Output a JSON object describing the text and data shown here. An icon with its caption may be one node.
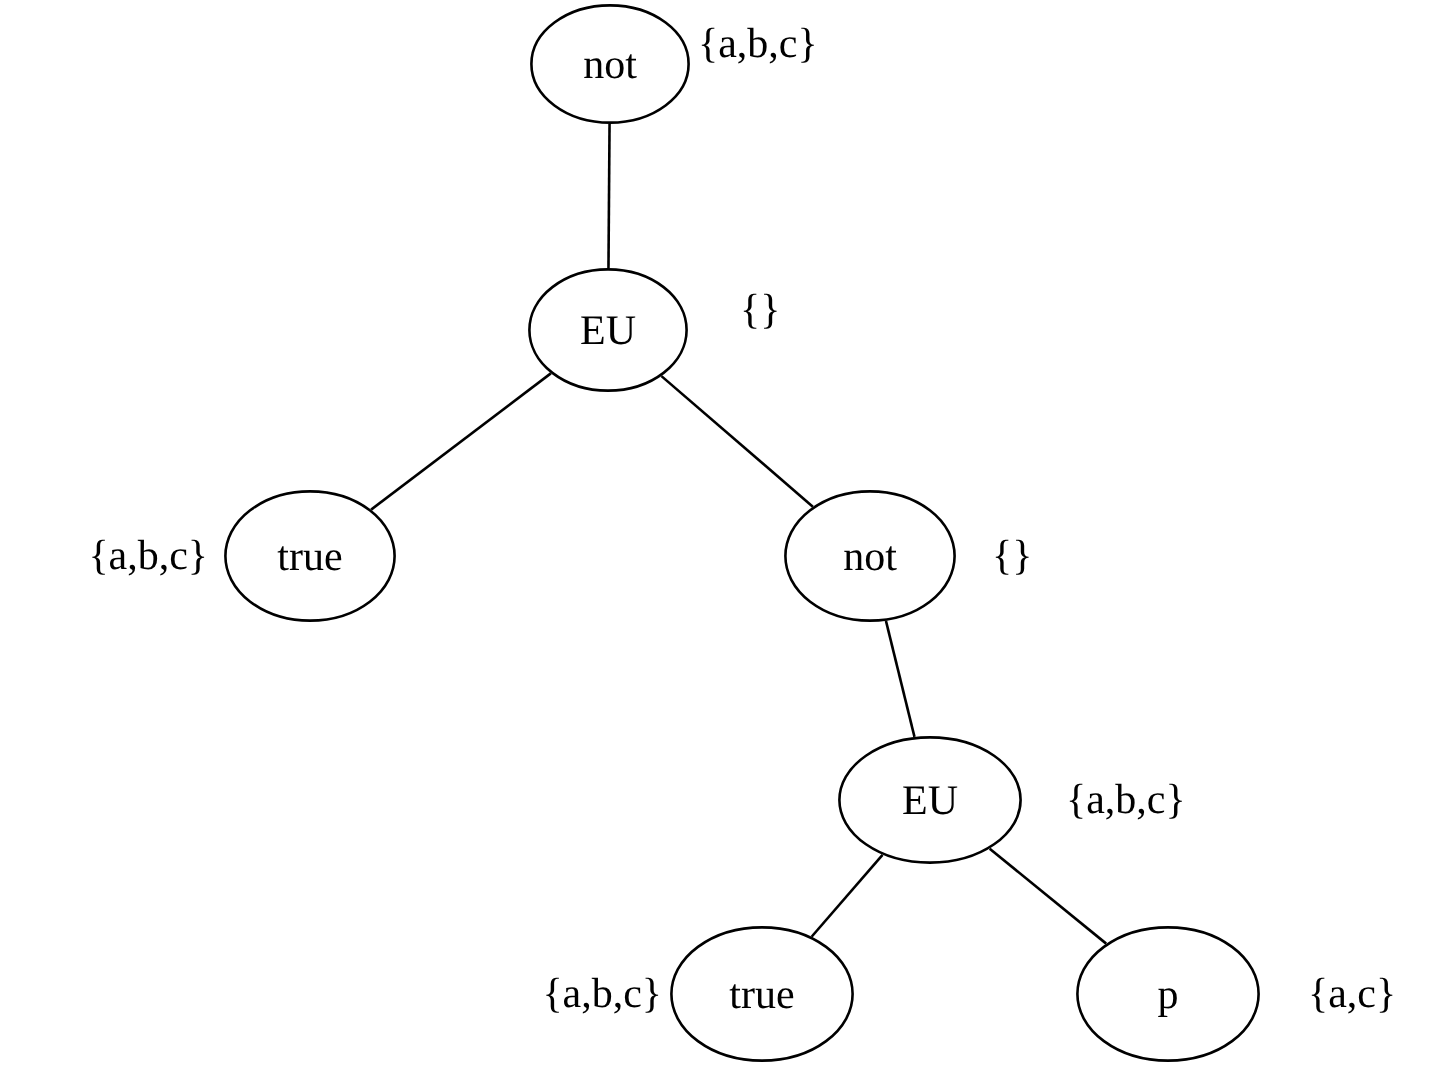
{
  "diagram": {
    "nodes": [
      {
        "text": [
          "not"
        ],
        "beside": [
          "{a,b,c}"
        ]
      },
      {
        "text": [
          "EU"
        ],
        "beside": [
          "{}"
        ]
      },
      {
        "text": [
          "true"
        ],
        "beside": [
          "{a,b,c}"
        ]
      },
      {
        "text": [
          "not"
        ],
        "beside": [
          "{}"
        ]
      },
      {
        "text": [
          "EU"
        ],
        "beside": [
          "{a,b,c}"
        ]
      },
      {
        "text": [
          "true"
        ],
        "beside": [
          "{a,b,c}"
        ]
      },
      {
        "text": [
          "p"
        ],
        "beside": [
          "{a,c}"
        ]
      }
    ],
    "edges": [
      {
        "from": 0,
        "to": 1,
        "arrow": "none"
      },
      {
        "from": 1,
        "to": 2,
        "arrow": "none"
      },
      {
        "from": 1,
        "to": 3,
        "arrow": "none"
      },
      {
        "from": 3,
        "to": 4,
        "arrow": "none"
      },
      {
        "from": 4,
        "to": 5,
        "arrow": "none"
      },
      {
        "from": 4,
        "to": 6,
        "arrow": "none"
      }
    ]
  }
}
